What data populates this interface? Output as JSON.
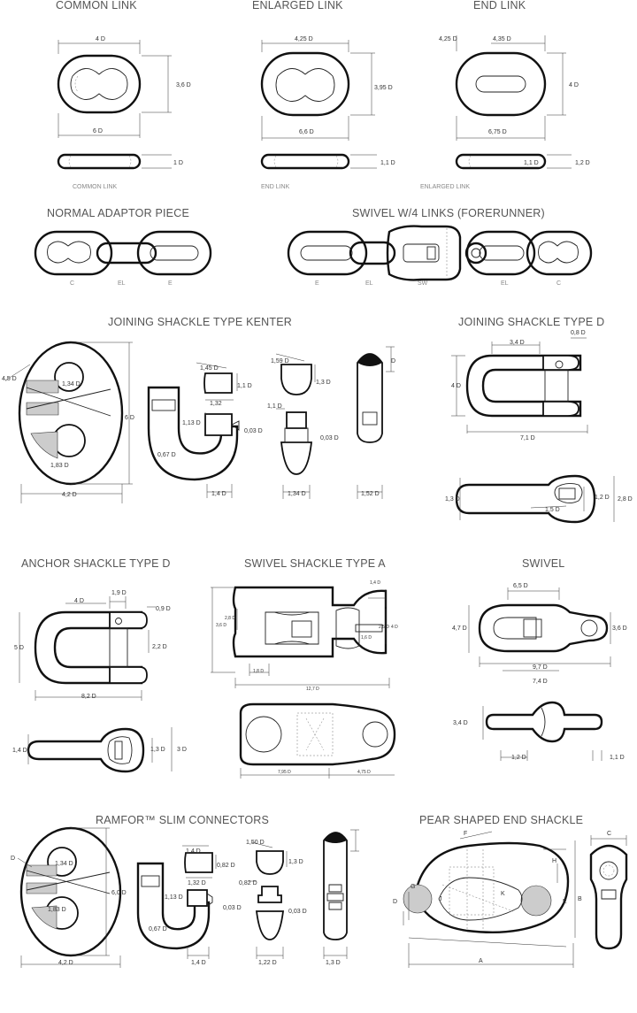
{
  "titles": {
    "common_link": "COMMON LINK",
    "enlarged_link": "ENLARGED LINK",
    "end_link": "END LINK",
    "normal_adaptor": "NORMAL ADAPTOR PIECE",
    "swivel_links": "SWIVEL W/4 LINKS (FORERUNNER)",
    "kenter": "JOINING SHACKLE TYPE KENTER",
    "joining_d": "JOINING SHACKLE TYPE D",
    "anchor_d": "ANCHOR SHACKLE TYPE D",
    "swivel_a": "SWIVEL SHACKLE TYPE A",
    "swivel": "SWIVEL",
    "ramfor": "RAMFOR™ SLIM CONNECTORS",
    "pear": "PEAR SHAPED END SHACKLE"
  },
  "captions": {
    "common": "COMMON LINK",
    "end": "END LINK",
    "enlarged": "ENLARGED LINK",
    "adaptor": [
      "C",
      "EL",
      "E"
    ],
    "swivel_links": [
      "E",
      "EL",
      "SW",
      "EL",
      "C"
    ]
  },
  "dims": {
    "common": [
      "4 D",
      "3,6 D",
      "6 D",
      "1 D"
    ],
    "enlarged": [
      "4,25 D",
      "3,95 D",
      "6,6 D",
      "1,1 D"
    ],
    "end": [
      "4,25 D",
      "4,35 D",
      "4 D",
      "6,75 D",
      "1,2 D",
      "1,1 D"
    ],
    "kenter": [
      "4,5 D",
      "1,34 D",
      "6 D",
      "1,83 D",
      "4,2 D",
      "1,45 D",
      "1,1 D",
      "1,32",
      "1,13 D",
      "0,67 D",
      "0,03 D",
      "1,4 D",
      "1,59 D",
      "1,3 D",
      "1,1 D",
      "0,03 D",
      "1,34 D",
      "D",
      "1,52 D"
    ],
    "joining_d": [
      "3,4 D",
      "0,8 D",
      "4 D",
      "7,1 D",
      "1,3 D",
      "1,2 D",
      "2,8 D",
      "1,5 D"
    ],
    "anchor_d": [
      "4 D",
      "1,9 D",
      "0,9 D",
      "5 D",
      "2,2 D",
      "8,2 D",
      "1,4 D",
      "1,3 D",
      "3 D"
    ],
    "swivel_a": [
      "3,6 D",
      "2,8 D",
      "1,8 D",
      "1,4 D",
      "2,5 D",
      "1,6 D",
      "4 D",
      "12,7 D",
      "7,95 D",
      "4,75 D"
    ],
    "swivel": [
      "6,5 D",
      "4,7 D",
      "3,6 D",
      "9,7 D",
      "7,4 D",
      "3,4 D",
      "1,2 D",
      "1,1 D"
    ],
    "ramfor": [
      "D",
      "1,34 D",
      "6,0 D",
      "1,83 D",
      "4,2 D",
      "1,4 D",
      "0,82 D",
      "1,32 D",
      "1,13 D",
      "0,67 D",
      "0,03 D",
      "1,4 D",
      "1,50 D",
      "1,3 D",
      "0,82 D",
      "0,03 D",
      "1,22 D",
      "1,3 D"
    ],
    "pear": [
      "F",
      "C",
      "H",
      "G",
      "J",
      "K",
      "D",
      "E",
      "B",
      "A"
    ]
  }
}
